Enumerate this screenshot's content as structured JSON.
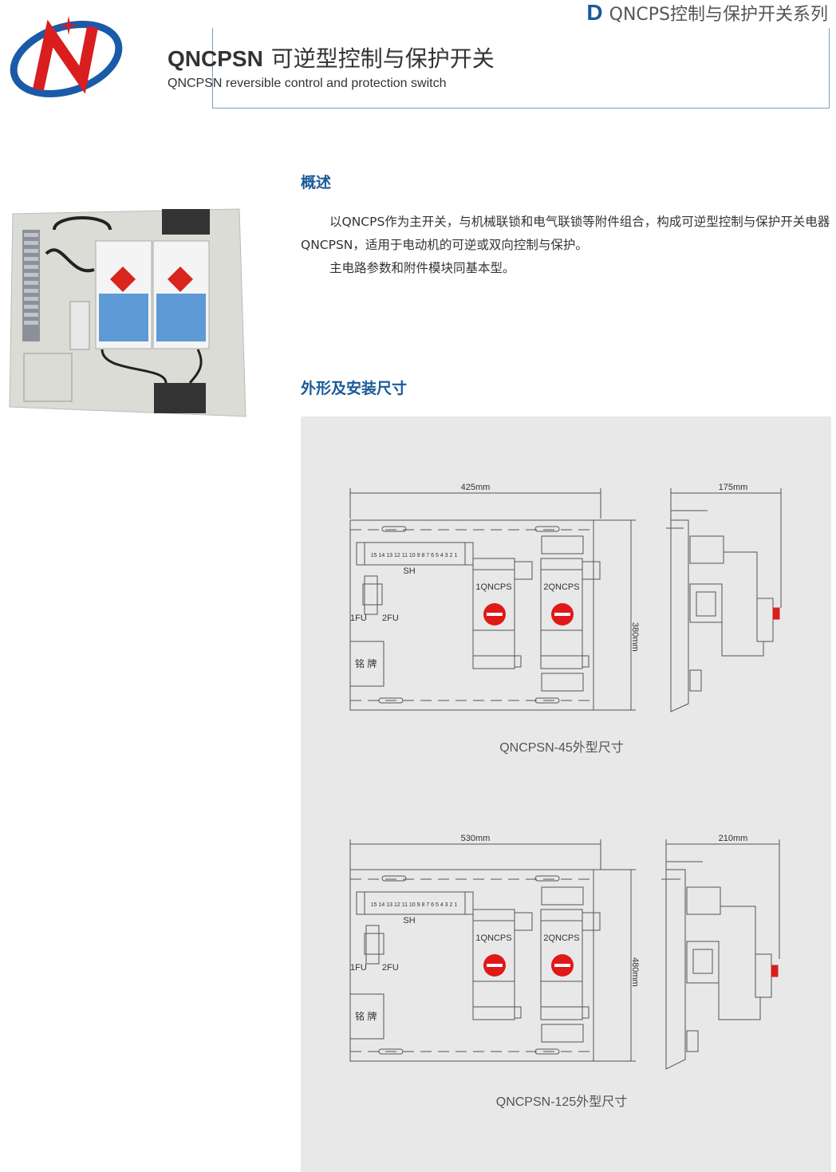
{
  "header": {
    "series_letter": "D",
    "series_name": "QNCPS控制与保护开关系列",
    "product_model": "QNCPSN",
    "product_title_cn": "可逆型控制与保护开关",
    "product_title_en": "QNCPSN reversible control and protection switch"
  },
  "overview": {
    "heading": "概述",
    "paragraph1": "以QNCPS作为主开关，与机械联锁和电气联锁等附件组合，构成可逆型控制与保护开关电器QNCPSN，适用于电动机的可逆或双向控制与保护。",
    "paragraph2": "主电路参数和附件模块同基本型。"
  },
  "dimensions": {
    "heading": "外形及安装尺寸",
    "terminal_numbers": "15 14 13 12 11 10 9 8 7 6 5 4 3 2 1",
    "drawing_45": {
      "caption": "QNCPSN-45外型尺寸",
      "width": "425mm",
      "height": "380mm",
      "depth": "175mm",
      "label_sh": "SH",
      "label_1fu": "1FU",
      "label_2fu": "2FU",
      "label_1q": "1QNCPS",
      "label_2q": "2QNCPS",
      "label_nameplate": "铭 牌"
    },
    "drawing_125": {
      "caption": "QNCPSN-125外型尺寸",
      "width": "530mm",
      "height": "480mm",
      "depth": "210mm",
      "label_sh": "SH",
      "label_1fu": "1FU",
      "label_2fu": "2FU",
      "label_1q": "1QNCPS",
      "label_2q": "2QNCPS",
      "label_nameplate": "铭 牌"
    }
  },
  "colors": {
    "accent_blue": "#1a5a9a",
    "logo_red": "#d81e1e",
    "knob_red": "#e01818"
  }
}
